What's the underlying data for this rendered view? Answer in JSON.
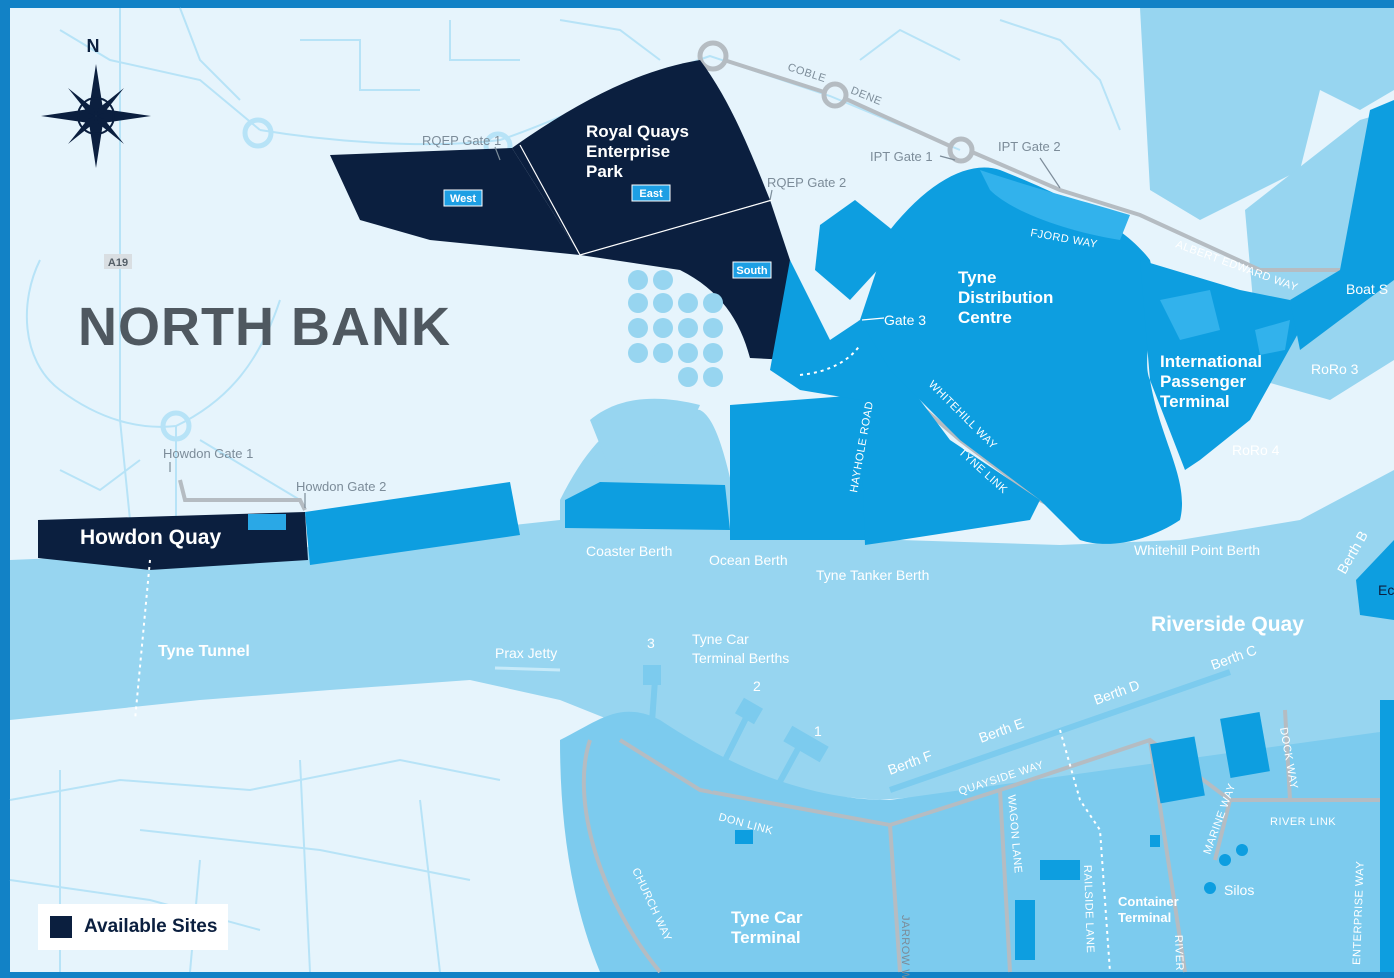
{
  "compass": {
    "north_label": "N"
  },
  "region_title": "NORTH BANK",
  "road_badge": "A19",
  "sites": {
    "royal_quays_l1": "Royal Quays",
    "royal_quays_l2": "Enterprise",
    "royal_quays_l3": "Park",
    "west": "West",
    "east": "East",
    "south": "South",
    "howdon_quay": "Howdon Quay"
  },
  "gates": {
    "rqep_gate_1": "RQEP Gate 1",
    "rqep_gate_2": "RQEP Gate 2",
    "ipt_gate_1": "IPT Gate 1",
    "ipt_gate_2": "IPT Gate 2",
    "gate_3": "Gate 3",
    "howdon_gate_1": "Howdon Gate 1",
    "howdon_gate_2": "Howdon Gate 2"
  },
  "places": {
    "tdc_l1": "Tyne",
    "tdc_l2": "Distribution",
    "tdc_l3": "Centre",
    "ipt_l1": "International",
    "ipt_l2": "Passenger",
    "ipt_l3": "Terminal",
    "riverside_quay": "Riverside Quay",
    "tyne_tunnel": "Tyne Tunnel",
    "tyne_car_terminal_l1": "Tyne Car",
    "tyne_car_terminal_l2": "Terminal",
    "container_terminal_l1": "Container",
    "container_terminal_l2": "Terminal",
    "silos": "Silos"
  },
  "berths": {
    "coaster": "Coaster Berth",
    "ocean": "Ocean Berth",
    "tyne_tanker": "Tyne Tanker Berth",
    "whitehill_point": "Whitehill Point Berth",
    "prax_jetty": "Prax Jetty",
    "tyne_car_berths_l1": "Tyne Car",
    "tyne_car_berths_l2": "Terminal Berths",
    "num_1": "1",
    "num_2": "2",
    "num_3": "3",
    "roro_3": "RoRo 3",
    "roro_4": "RoRo 4",
    "boat_s": "Boat S",
    "berth_b": "Berth B",
    "berth_c": "Berth C",
    "berth_d": "Berth D",
    "berth_e": "Berth E",
    "berth_f": "Berth F",
    "ec": "Ec"
  },
  "roads": {
    "coble": "COBLE",
    "dene": "DENE",
    "fjord_way": "FJORD WAY",
    "albert_edward_way": "ALBERT EDWARD WAY",
    "whitehill_way": "WHITEHILL WAY",
    "tyne_link": "TYNE LINK",
    "hayhole_road": "HAYHOLE ROAD",
    "quayside_way": "QUAYSIDE WAY",
    "don_link": "DON LINK",
    "church_way": "CHURCH WAY",
    "jarrow_way": "JARROW WAY",
    "wagon_lane": "WAGON LANE",
    "railside_lane": "RAILSIDE LANE",
    "river_drive": "RIVER",
    "marine_way": "MARINE WAY",
    "dock_way": "DOCK WAY",
    "river_link": "RIVER LINK",
    "enterprise_way": "ENTERPRISE WAY"
  },
  "legend": {
    "label": "Available Sites"
  },
  "colors": {
    "land": "#e6f4fc",
    "river": "#97d5f0",
    "port": "#0d9ee0",
    "site": "#0b1f3f",
    "frame": "#1282c6"
  }
}
